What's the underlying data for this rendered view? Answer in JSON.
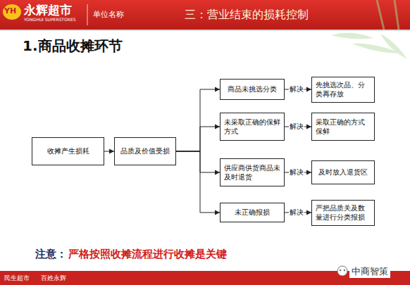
{
  "diagram": {
    "title": "1.商品收摊环节",
    "nodes": [
      {
        "text": [
          "收摊产生损耗"
        ]
      },
      {
        "text": [
          "品质及价值受损"
        ]
      },
      {
        "text": [
          "商品未挑选分类"
        ]
      },
      {
        "text": [
          "先挑选次品、分类再存放"
        ]
      },
      {
        "text": [
          "未采取正确的保鲜方式"
        ]
      },
      {
        "text": [
          "采取正确的方式保鲜"
        ]
      },
      {
        "text": [
          "供应商供货商品未及时退货"
        ]
      },
      {
        "text": [
          "及时放入退货区"
        ]
      },
      {
        "text": [
          "未正确报损"
        ]
      },
      {
        "text": [
          "严把品质关及数量进行分类报损"
        ]
      }
    ],
    "edges": [
      {
        "from": 0,
        "to": 1,
        "arrow": "to"
      },
      {
        "from": 1,
        "to": 2,
        "arrow": "to"
      },
      {
        "from": 1,
        "to": 4,
        "arrow": "to"
      },
      {
        "from": 1,
        "to": 6,
        "arrow": "to"
      },
      {
        "from": 1,
        "to": 8,
        "arrow": "to"
      },
      {
        "from": 2,
        "to": 3,
        "label": "解决",
        "arrow": "to"
      },
      {
        "from": 4,
        "to": 5,
        "label": "解决",
        "arrow": "to"
      },
      {
        "from": 6,
        "to": 7,
        "label": "解决",
        "arrow": "to"
      },
      {
        "from": 8,
        "to": 9,
        "label": "解决",
        "arrow": "to"
      }
    ],
    "labels": [
      "YH",
      "永辉超市",
      "YONGHUI SUPERSTORES",
      "单位名称",
      "三：营业结束的损耗控制",
      "注意：",
      "严格按照收摊流程进行收摊是关键",
      "民生超市",
      "百姓永辉",
      "中商智策"
    ]
  }
}
